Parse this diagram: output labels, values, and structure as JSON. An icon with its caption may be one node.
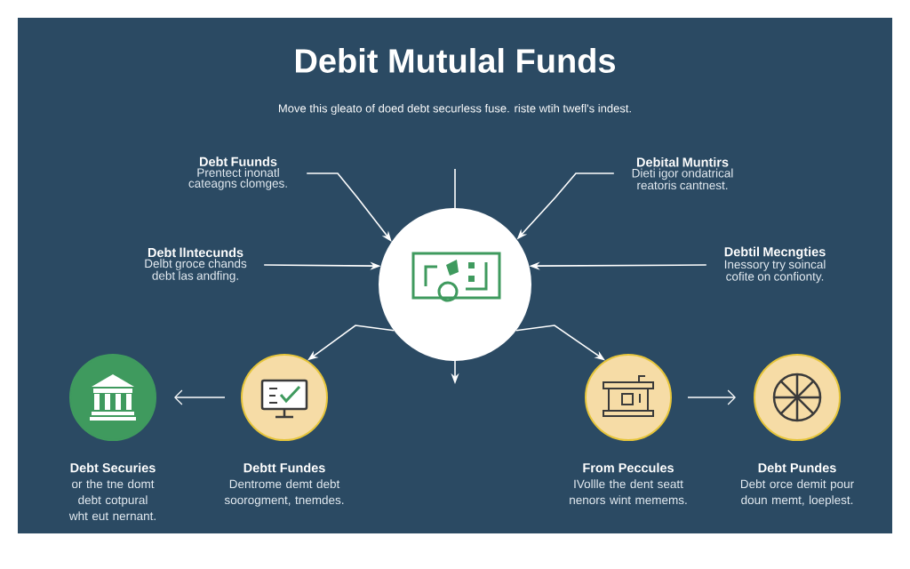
{
  "diagram": {
    "title": "Debit Mutulal Funds",
    "caption": "Move this gleato of doed debt securless fuse. riste wtih twefl's indest.",
    "nodes": [
      {
        "text": [],
        "shape": "circle"
      },
      {
        "text": [
          "Debt Fuunds",
          "Prentect inonatl cateagns clomges."
        ]
      },
      {
        "text": [
          "Debital Muntirs",
          "Dieti igor ondatrical reatoris cantnest."
        ]
      },
      {
        "text": [
          "Debt llntecunds",
          "Delbt groce chands debt las andfing."
        ]
      },
      {
        "text": [
          "Debtil Mecngties",
          "Inessory try soincal cofite on confionty."
        ]
      },
      {
        "text": [
          "Debt Securies",
          "or the tne domt debt cotpural wht eut nernant."
        ]
      },
      {
        "text": [
          "Debtt Fundes",
          "Dentrome demt debt soorogment, tnemdes."
        ]
      },
      {
        "text": [
          "From Peccules",
          "IVollle the dent seatt nenors wint memems."
        ]
      },
      {
        "text": [
          "Debt Pundes",
          "Debt orce demit pour doun memt, loeplest."
        ]
      }
    ],
    "edges": [
      {
        "from": 1,
        "to": 0,
        "arrow": "to"
      },
      {
        "from": 2,
        "to": 0,
        "arrow": "to"
      },
      {
        "from": 3,
        "to": 0,
        "arrow": "to"
      },
      {
        "from": 4,
        "to": 0,
        "arrow": "to"
      },
      {
        "from": null,
        "to": 0,
        "arrow": "none"
      },
      {
        "from": 0,
        "to": null,
        "arrow": "to"
      },
      {
        "from": 0,
        "to": 6,
        "arrow": "to"
      },
      {
        "from": 0,
        "to": 7,
        "arrow": "to"
      },
      {
        "from": 6,
        "to": 5,
        "arrow": "to"
      },
      {
        "from": 7,
        "to": 8,
        "arrow": "to"
      }
    ]
  }
}
